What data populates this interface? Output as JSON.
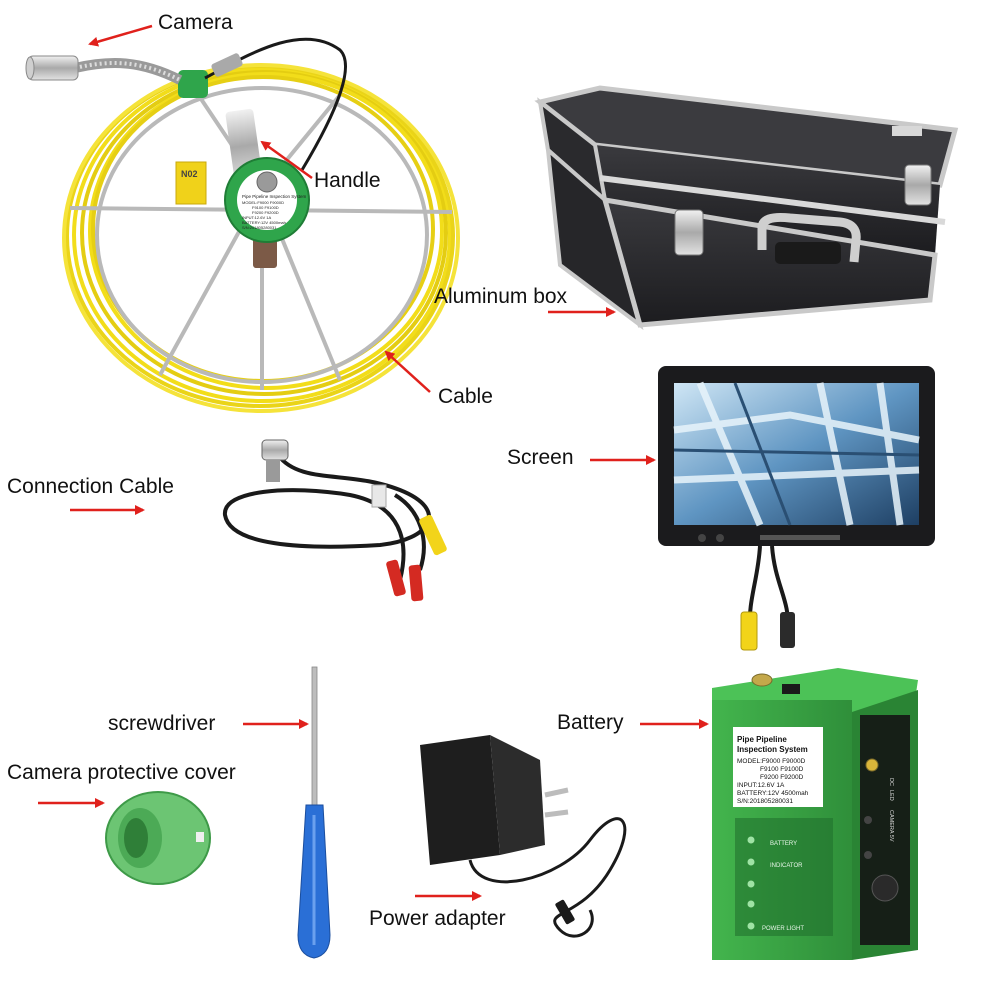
{
  "labels": {
    "camera": "Camera",
    "handle": "Handle",
    "aluminum_box": "Aluminum box",
    "cable": "Cable",
    "connection_cable": "Connection Cable",
    "screen": "Screen",
    "screwdriver": "screwdriver",
    "battery": "Battery",
    "camera_protective_cover": "Camera protective cover",
    "power_adapter": "Power adapter"
  },
  "reel_plate": {
    "title": "Pipe Pipeline Inspection System",
    "model": "MODEL:F9000 F9000D",
    "models_2": "F9100 F9100D",
    "models_3": "F9200 F9200D",
    "input": "INPUT:12.6V 1A",
    "battery": "BATTERY:12V 4500mah",
    "serial": "S/N:201805280031"
  },
  "reel_tag": "N02",
  "battery_box": {
    "title_1": "Pipe Pipeline",
    "title_2": "Inspection System",
    "model": "MODEL:F9000 F9000D",
    "models_2": "F9100 F9100D",
    "models_3": "F9200 F9200D",
    "input": "INPUT:12.6V 1A",
    "battery": "BATTERY:12V 4500mah",
    "serial": "S/N:201805280031",
    "indicators": [
      "BATTERY",
      "INDICATOR",
      "POWER LIGHT"
    ],
    "side_labels": [
      "CAMERA 5V",
      "LED",
      "DC"
    ]
  },
  "colors": {
    "arrow": "#e0211c",
    "cable": "#f2dd1a",
    "green_box": "#3cab47",
    "case": "#2b2b2e",
    "screwdriver": "#2a6fd6"
  }
}
